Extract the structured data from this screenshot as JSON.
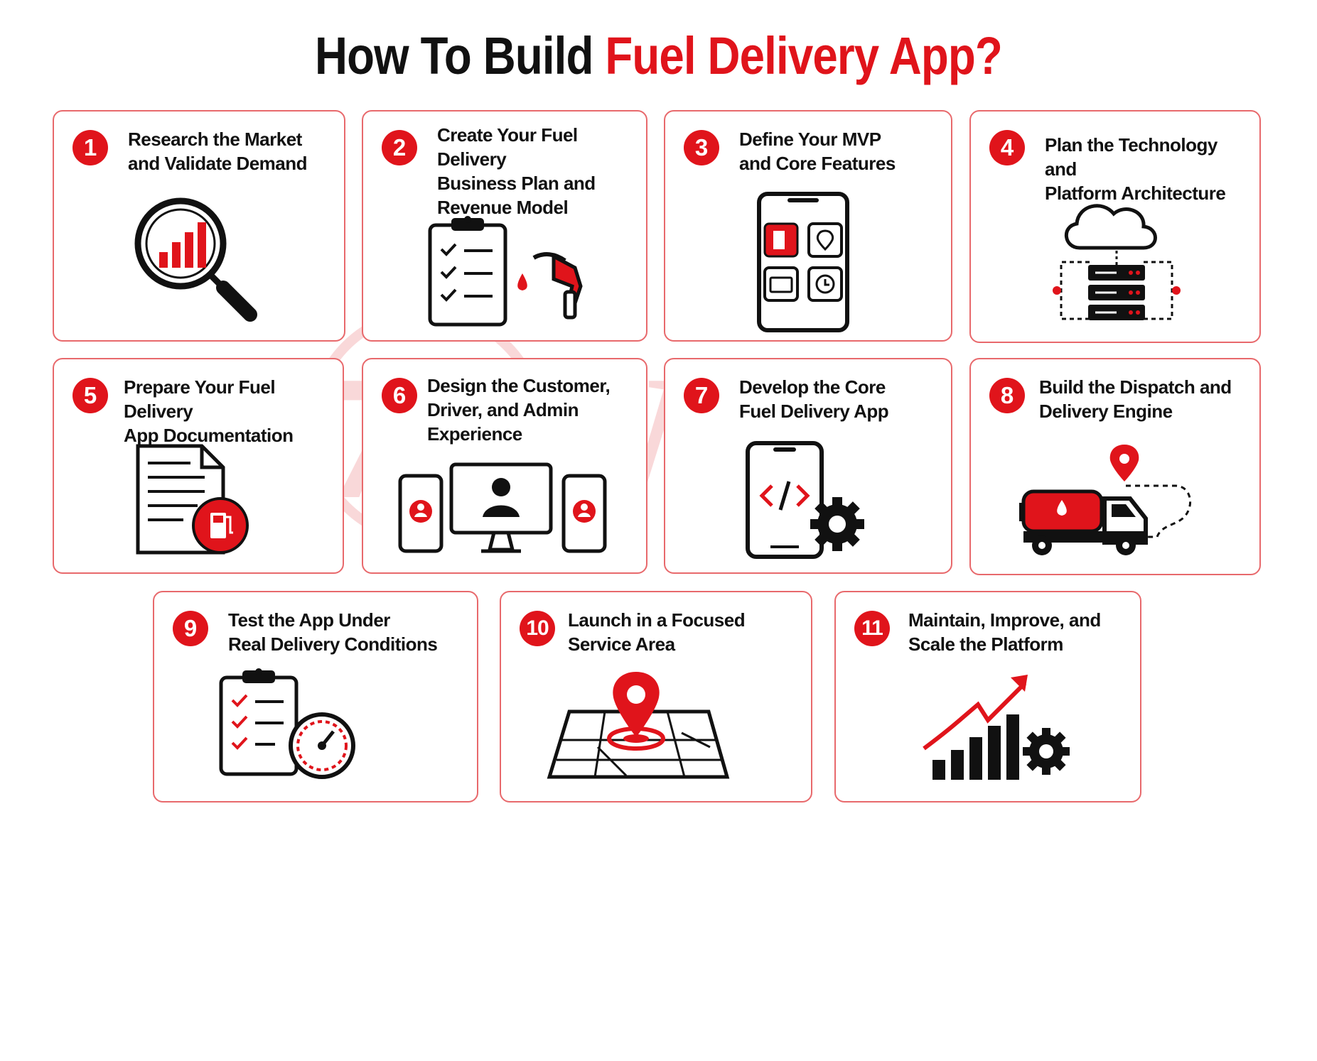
{
  "title": {
    "prefix": "How To Build",
    "highlight": "Fuel Delivery App?"
  },
  "watermark": {
    "text": "75WAY"
  },
  "colors": {
    "accent": "#e0141b",
    "ink": "#111111",
    "card_border": "#e8696c"
  },
  "steps": [
    {
      "number": "1",
      "line1": "Research the Market",
      "line2": "and Validate Demand",
      "line3": "",
      "icon": "magnifier-bar-chart-icon"
    },
    {
      "number": "2",
      "line1": "Create Your Fuel Delivery",
      "line2": "Business Plan and",
      "line3": "Revenue Model",
      "icon": "checklist-fuel-nozzle-icon"
    },
    {
      "number": "3",
      "line1": "Define Your MVP",
      "line2": "and Core Features",
      "line3": "",
      "icon": "phone-feature-grid-icon"
    },
    {
      "number": "4",
      "line1": "Plan the Technology and",
      "line2": "Platform Architecture",
      "line3": "",
      "icon": "cloud-server-icon"
    },
    {
      "number": "5",
      "line1": "Prepare Your Fuel Delivery",
      "line2": "App Documentation",
      "line3": "",
      "icon": "document-fuel-icon"
    },
    {
      "number": "6",
      "line1": "Design the Customer,",
      "line2": "Driver, and Admin",
      "line3": "Experience",
      "icon": "multi-device-users-icon"
    },
    {
      "number": "7",
      "line1": "Develop the Core",
      "line2": "Fuel Delivery App",
      "line3": "",
      "icon": "phone-code-gear-icon"
    },
    {
      "number": "8",
      "line1": "Build the Dispatch and",
      "line2": "Delivery Engine",
      "line3": "",
      "icon": "fuel-truck-route-icon"
    },
    {
      "number": "9",
      "line1": "Test the App Under",
      "line2": "Real Delivery Conditions",
      "line3": "",
      "icon": "checklist-gauge-icon"
    },
    {
      "number": "10",
      "line1": "Launch in a Focused",
      "line2": "Service Area",
      "line3": "",
      "icon": "map-pin-icon"
    },
    {
      "number": "11",
      "line1": "Maintain, Improve, and",
      "line2": "Scale the Platform",
      "line3": "",
      "icon": "growth-chart-gear-icon"
    }
  ]
}
